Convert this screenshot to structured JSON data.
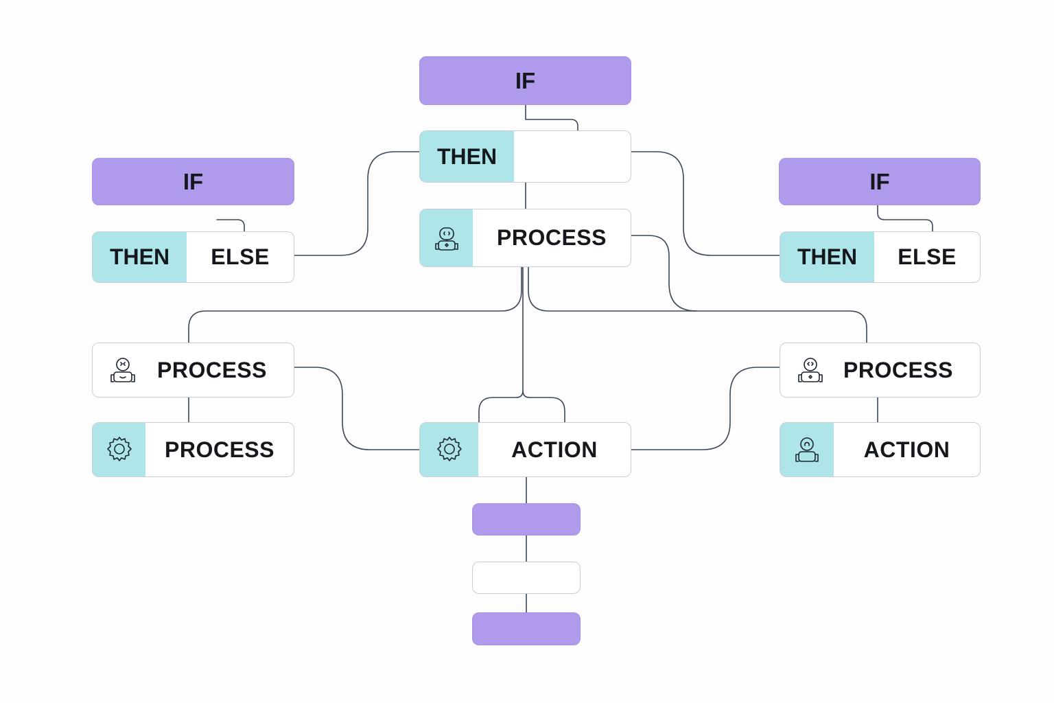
{
  "nodes": {
    "top_if": {
      "label": "IF"
    },
    "top_then": {
      "then_label": "THEN"
    },
    "center_process": {
      "label": "PROCESS",
      "icon": "robot-icon"
    },
    "left_if": {
      "label": "IF"
    },
    "left_branch": {
      "then_label": "THEN",
      "else_label": "ELSE"
    },
    "right_if": {
      "label": "IF"
    },
    "right_branch": {
      "then_label": "THEN",
      "else_label": "ELSE"
    },
    "left_process": {
      "label": "PROCESS",
      "icon": "robot-icon"
    },
    "left_process_sub": {
      "label": "PROCESS",
      "icon": "gear-icon"
    },
    "center_action": {
      "label": "ACTION",
      "icon": "gear-icon"
    },
    "right_process": {
      "label": "PROCESS",
      "icon": "robot-icon"
    },
    "right_action": {
      "label": "ACTION",
      "icon": "robot-icon"
    }
  },
  "colors": {
    "condition": "#b09aeb",
    "accent": "#aee5e8",
    "node_fill": "#ffffff",
    "node_border": "#c9ced6",
    "connector": "#3c4656",
    "text": "#14171c"
  }
}
